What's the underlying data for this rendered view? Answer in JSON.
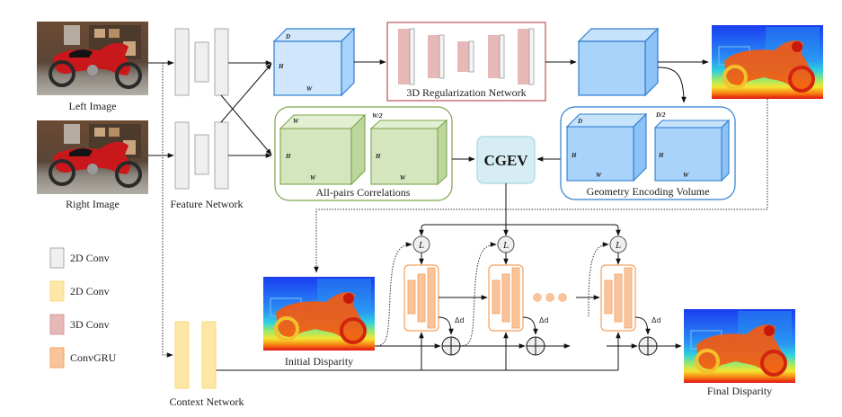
{
  "inputs": {
    "left_image_label": "Left Image",
    "right_image_label": "Right Image"
  },
  "networks": {
    "feature_network_label": "Feature Network",
    "context_network_label": "Context Network",
    "regularization_label": "3D Regularization Network",
    "correlations_label": "All-pairs Correlations",
    "cgev_label": "CGEV",
    "gev_label": "Geometry Encoding Volume"
  },
  "volume_dims": {
    "cost_volume": {
      "d": "D",
      "h": "H",
      "w": "W"
    },
    "corr_full": {
      "top": "W",
      "h": "H",
      "w": "W"
    },
    "corr_half": {
      "top": "W/2",
      "h": "H",
      "w": "W"
    },
    "gev_full": {
      "d": "D",
      "h": "H",
      "w": "W"
    },
    "gev_half": {
      "d": "D/2",
      "h": "H",
      "w": "W"
    }
  },
  "iteration": {
    "lookup_symbol": "L",
    "delta_label": "Δd",
    "ellipsis": "•••"
  },
  "outputs": {
    "initial_disparity_label": "Initial Disparity",
    "final_disparity_label": "Final Disparity"
  },
  "legend": [
    {
      "label": "2D Conv",
      "fill": "#efefef",
      "stroke": "#a9a9a9"
    },
    {
      "label": "2D Conv",
      "fill": "#fde7a6",
      "stroke": "#fbd97f"
    },
    {
      "label": "3D Conv",
      "fill": "#e6b8b7",
      "stroke": "#d29c9b"
    },
    {
      "label": "ConvGRU",
      "fill": "#f9c49c",
      "stroke": "#f5a05c"
    }
  ],
  "colors": {
    "volume_blue": "#a9d3fb",
    "volume_blue_stroke": "#2f7fd0",
    "corr_green": "#d5e6bf",
    "corr_green_stroke": "#7da54e",
    "reg_border": "#b85450",
    "cgev_fill": "#d6eef3",
    "gru_border": "#f5a05c"
  }
}
